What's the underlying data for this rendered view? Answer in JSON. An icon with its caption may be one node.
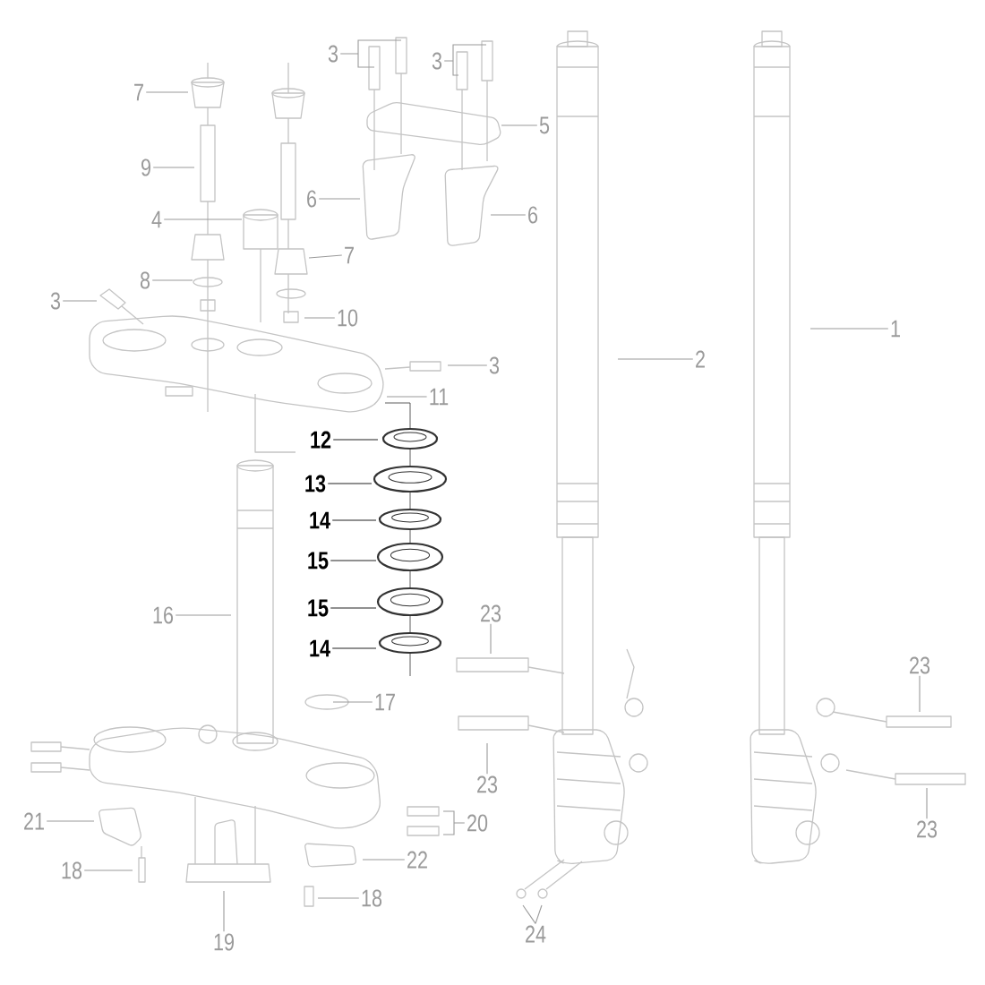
{
  "diagram": {
    "nodes": [
      {
        "text": [
          "3"
        ]
      },
      {
        "text": [
          "3"
        ]
      },
      {
        "text": [
          "7"
        ]
      },
      {
        "text": [
          "5"
        ]
      },
      {
        "text": [
          "9"
        ]
      },
      {
        "text": [
          "6"
        ]
      },
      {
        "text": [
          "6"
        ]
      },
      {
        "text": [
          "4"
        ]
      },
      {
        "text": [
          "7"
        ]
      },
      {
        "text": [
          "8"
        ]
      },
      {
        "text": [
          "3"
        ]
      },
      {
        "text": [
          "10"
        ]
      },
      {
        "text": [
          "1"
        ]
      },
      {
        "text": [
          "2"
        ]
      },
      {
        "text": [
          "3"
        ]
      },
      {
        "text": [
          "11"
        ]
      },
      {
        "text": [
          "12"
        ]
      },
      {
        "text": [
          "13"
        ]
      },
      {
        "text": [
          "14"
        ]
      },
      {
        "text": [
          "15"
        ]
      },
      {
        "text": [
          "23"
        ]
      },
      {
        "text": [
          "16"
        ]
      },
      {
        "text": [
          "15"
        ]
      },
      {
        "text": [
          "14"
        ]
      },
      {
        "text": [
          "23"
        ]
      },
      {
        "text": [
          "17"
        ]
      },
      {
        "text": [
          "23"
        ]
      },
      {
        "text": [
          "23"
        ]
      },
      {
        "text": [
          "21"
        ]
      },
      {
        "text": [
          "20"
        ]
      },
      {
        "text": [
          "22"
        ]
      },
      {
        "text": [
          "18"
        ]
      },
      {
        "text": [
          "18"
        ]
      },
      {
        "text": [
          "19"
        ]
      },
      {
        "text": [
          "24"
        ]
      }
    ],
    "edges": [
      {
        "from": 0,
        "to": null,
        "arrow": "none"
      },
      {
        "from": 1,
        "to": null,
        "arrow": "none"
      },
      {
        "from": 2,
        "to": null,
        "arrow": "none"
      },
      {
        "from": 3,
        "to": null,
        "arrow": "none"
      },
      {
        "from": 4,
        "to": null,
        "arrow": "none"
      },
      {
        "from": 5,
        "to": null,
        "arrow": "none"
      },
      {
        "from": 6,
        "to": null,
        "arrow": "none"
      },
      {
        "from": 7,
        "to": null,
        "arrow": "none"
      },
      {
        "from": 8,
        "to": null,
        "arrow": "none"
      },
      {
        "from": 9,
        "to": null,
        "arrow": "none"
      },
      {
        "from": 10,
        "to": null,
        "arrow": "none"
      },
      {
        "from": 11,
        "to": null,
        "arrow": "none"
      },
      {
        "from": 12,
        "to": null,
        "arrow": "none"
      },
      {
        "from": 13,
        "to": null,
        "arrow": "none"
      },
      {
        "from": 14,
        "to": null,
        "arrow": "none"
      },
      {
        "from": 15,
        "to": null,
        "arrow": "none"
      },
      {
        "from": 16,
        "to": null,
        "arrow": "none",
        "color": "#222222"
      },
      {
        "from": 17,
        "to": null,
        "arrow": "none",
        "color": "#222222"
      },
      {
        "from": 18,
        "to": null,
        "arrow": "none",
        "color": "#222222"
      },
      {
        "from": 19,
        "to": null,
        "arrow": "none",
        "color": "#222222"
      },
      {
        "from": 20,
        "to": null,
        "arrow": "none"
      },
      {
        "from": 21,
        "to": null,
        "arrow": "none"
      },
      {
        "from": 22,
        "to": null,
        "arrow": "none",
        "color": "#222222"
      },
      {
        "from": 23,
        "to": null,
        "arrow": "none",
        "color": "#222222"
      },
      {
        "from": 24,
        "to": null,
        "arrow": "none"
      },
      {
        "from": 25,
        "to": null,
        "arrow": "none"
      },
      {
        "from": 26,
        "to": null,
        "arrow": "none"
      },
      {
        "from": 27,
        "to": null,
        "arrow": "none"
      },
      {
        "from": 28,
        "to": null,
        "arrow": "none"
      },
      {
        "from": 29,
        "to": null,
        "arrow": "none"
      },
      {
        "from": 30,
        "to": null,
        "arrow": "none"
      },
      {
        "from": 31,
        "to": null,
        "arrow": "none"
      },
      {
        "from": 32,
        "to": null,
        "arrow": "none"
      },
      {
        "from": 33,
        "to": null,
        "arrow": "none"
      },
      {
        "from": 34,
        "to": null,
        "arrow": "none"
      },
      {
        "from": 34,
        "to": null,
        "arrow": "none"
      }
    ]
  }
}
